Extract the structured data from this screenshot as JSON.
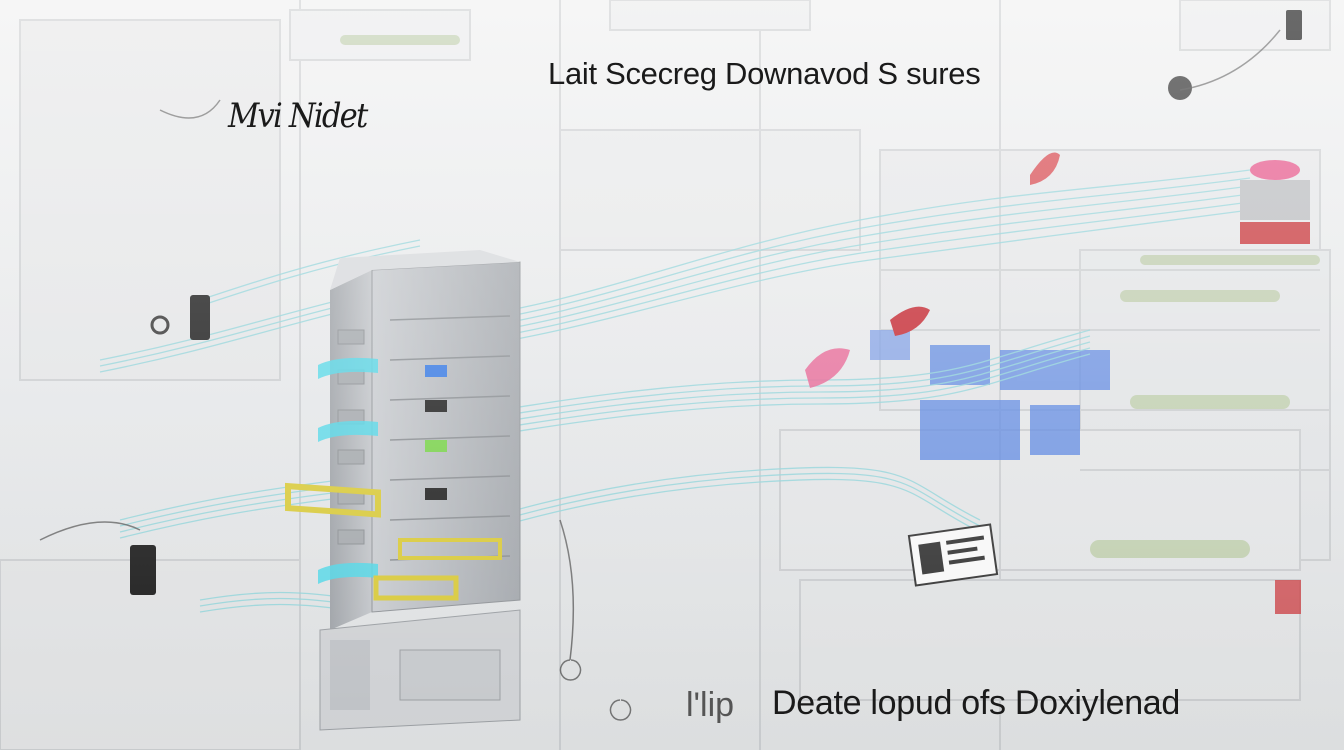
{
  "title_text": "Lait Scecreg Downavod S sures",
  "scrawl_text": "Mvi Nidet",
  "footer_prefix": "l'lip",
  "footer_text": "Deate lopud ofs Doxiylenad",
  "palette": {
    "background": "#ececec",
    "server_gray": "#b9bcc0",
    "wire_teal": "#7ccfd6",
    "accent_yellow": "#d8c93a",
    "accent_blue": "#3f6fd8",
    "accent_red": "#d5333a",
    "accent_pink": "#e65c8e"
  }
}
